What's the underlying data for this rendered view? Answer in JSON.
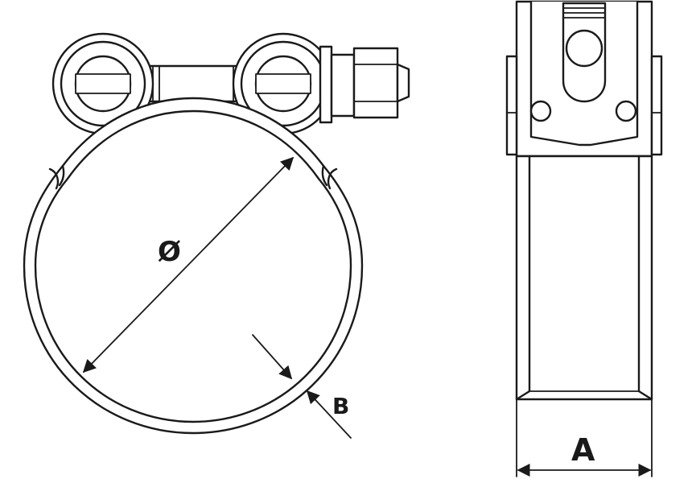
{
  "labels": {
    "diameter": "Ø",
    "band_thickness": "B",
    "band_width": "A"
  },
  "colors": {
    "line": "#1a1a1a",
    "background": "#ffffff"
  }
}
